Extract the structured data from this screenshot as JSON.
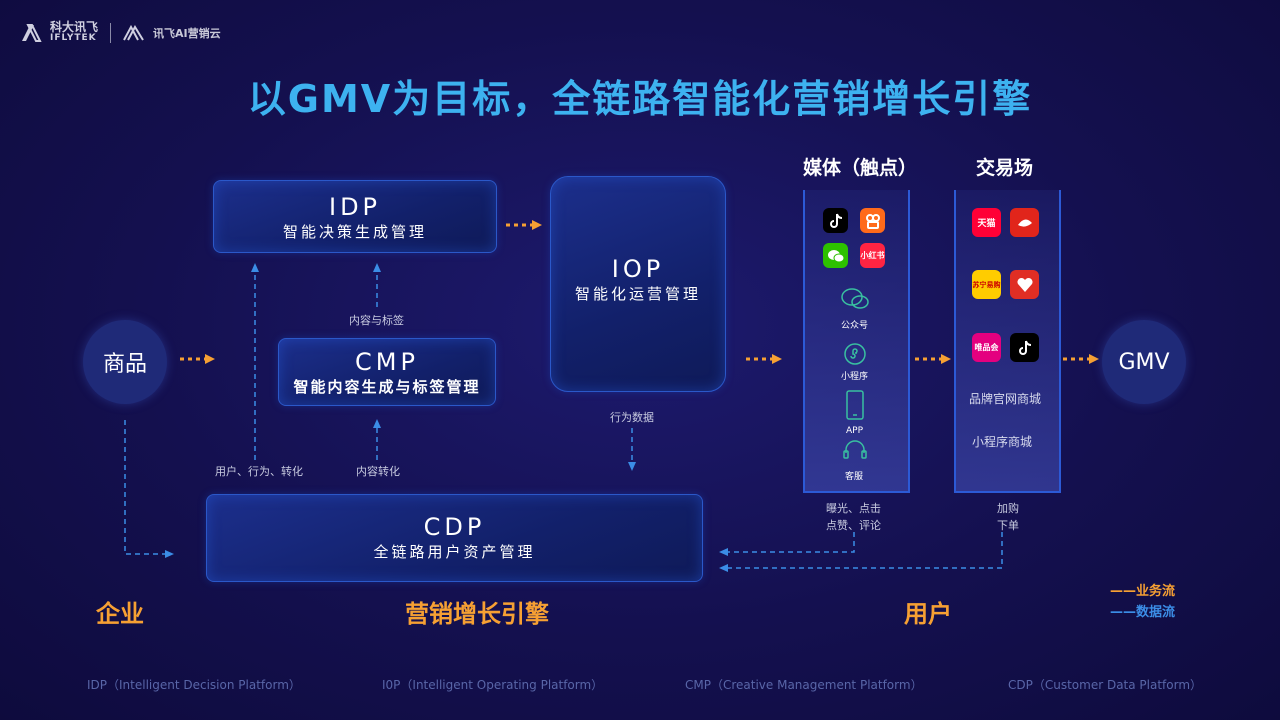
{
  "logo": {
    "brand_cn": "科大讯飞",
    "brand_en": "IFLYTEK",
    "product": "讯飞AI营销云"
  },
  "title": "以GMV为目标，全链路智能化营销增长引擎",
  "nodes": {
    "goods": "商品",
    "gmv": "GMV",
    "idp": {
      "name": "IDP",
      "desc": "智能决策生成管理"
    },
    "cmp": {
      "name": "CMP",
      "desc": "智能内容生成与标签管理"
    },
    "iop": {
      "name": "IOP",
      "desc": "智能化运营管理"
    },
    "cdp": {
      "name": "CDP",
      "desc": "全链路用户资产管理"
    }
  },
  "columns": {
    "media": {
      "title": "媒体（触点）",
      "apps": [
        {
          "icon": "douyin-icon",
          "color": "#000000"
        },
        {
          "icon": "kuaishou-icon",
          "color": "#ff6a1a"
        },
        {
          "icon": "wechat-icon",
          "color": "#2dc100"
        },
        {
          "icon": "xiaohongshu-icon",
          "label": "小红书",
          "color": "#ff2442"
        }
      ],
      "items": [
        "公众号",
        "小程序",
        "APP",
        "客服"
      ],
      "note": [
        "曝光、点击",
        "点赞、评论"
      ]
    },
    "trade": {
      "title": "交易场",
      "apps": [
        {
          "icon": "tmall-icon",
          "label": "天猫",
          "color": "#ff0036"
        },
        {
          "icon": "jd-icon",
          "color": "#e1251b"
        },
        {
          "icon": "suning-icon",
          "label": "苏宁易购",
          "color": "#ffcc00"
        },
        {
          "icon": "pinduoduo-icon",
          "color": "#e02e24"
        },
        {
          "icon": "vip-icon",
          "label": "唯品会",
          "color": "#e4007f"
        },
        {
          "icon": "douyin-icon",
          "color": "#000000"
        }
      ],
      "items": [
        "品牌官网商城",
        "小程序商城"
      ],
      "note": [
        "加购",
        "下单"
      ]
    }
  },
  "flow_labels": {
    "content_tags": "内容与标签",
    "user_behavior": "用户、行为、转化",
    "content_conversion": "内容转化",
    "behavior_data": "行为数据"
  },
  "bottom_labels": {
    "enterprise": "企业",
    "engine": "营销增长引擎",
    "user": "用户"
  },
  "legend": [
    {
      "label": "——业务流",
      "color": "#f6a033"
    },
    {
      "label": "——数据流",
      "color": "#3b8de6"
    }
  ],
  "footer": [
    "IDP（Intelligent Decision Platform）",
    "I0P（Intelligent Operating Platform）",
    "CMP（Creative Management Platform）",
    "CDP（Customer Data Platform）"
  ]
}
